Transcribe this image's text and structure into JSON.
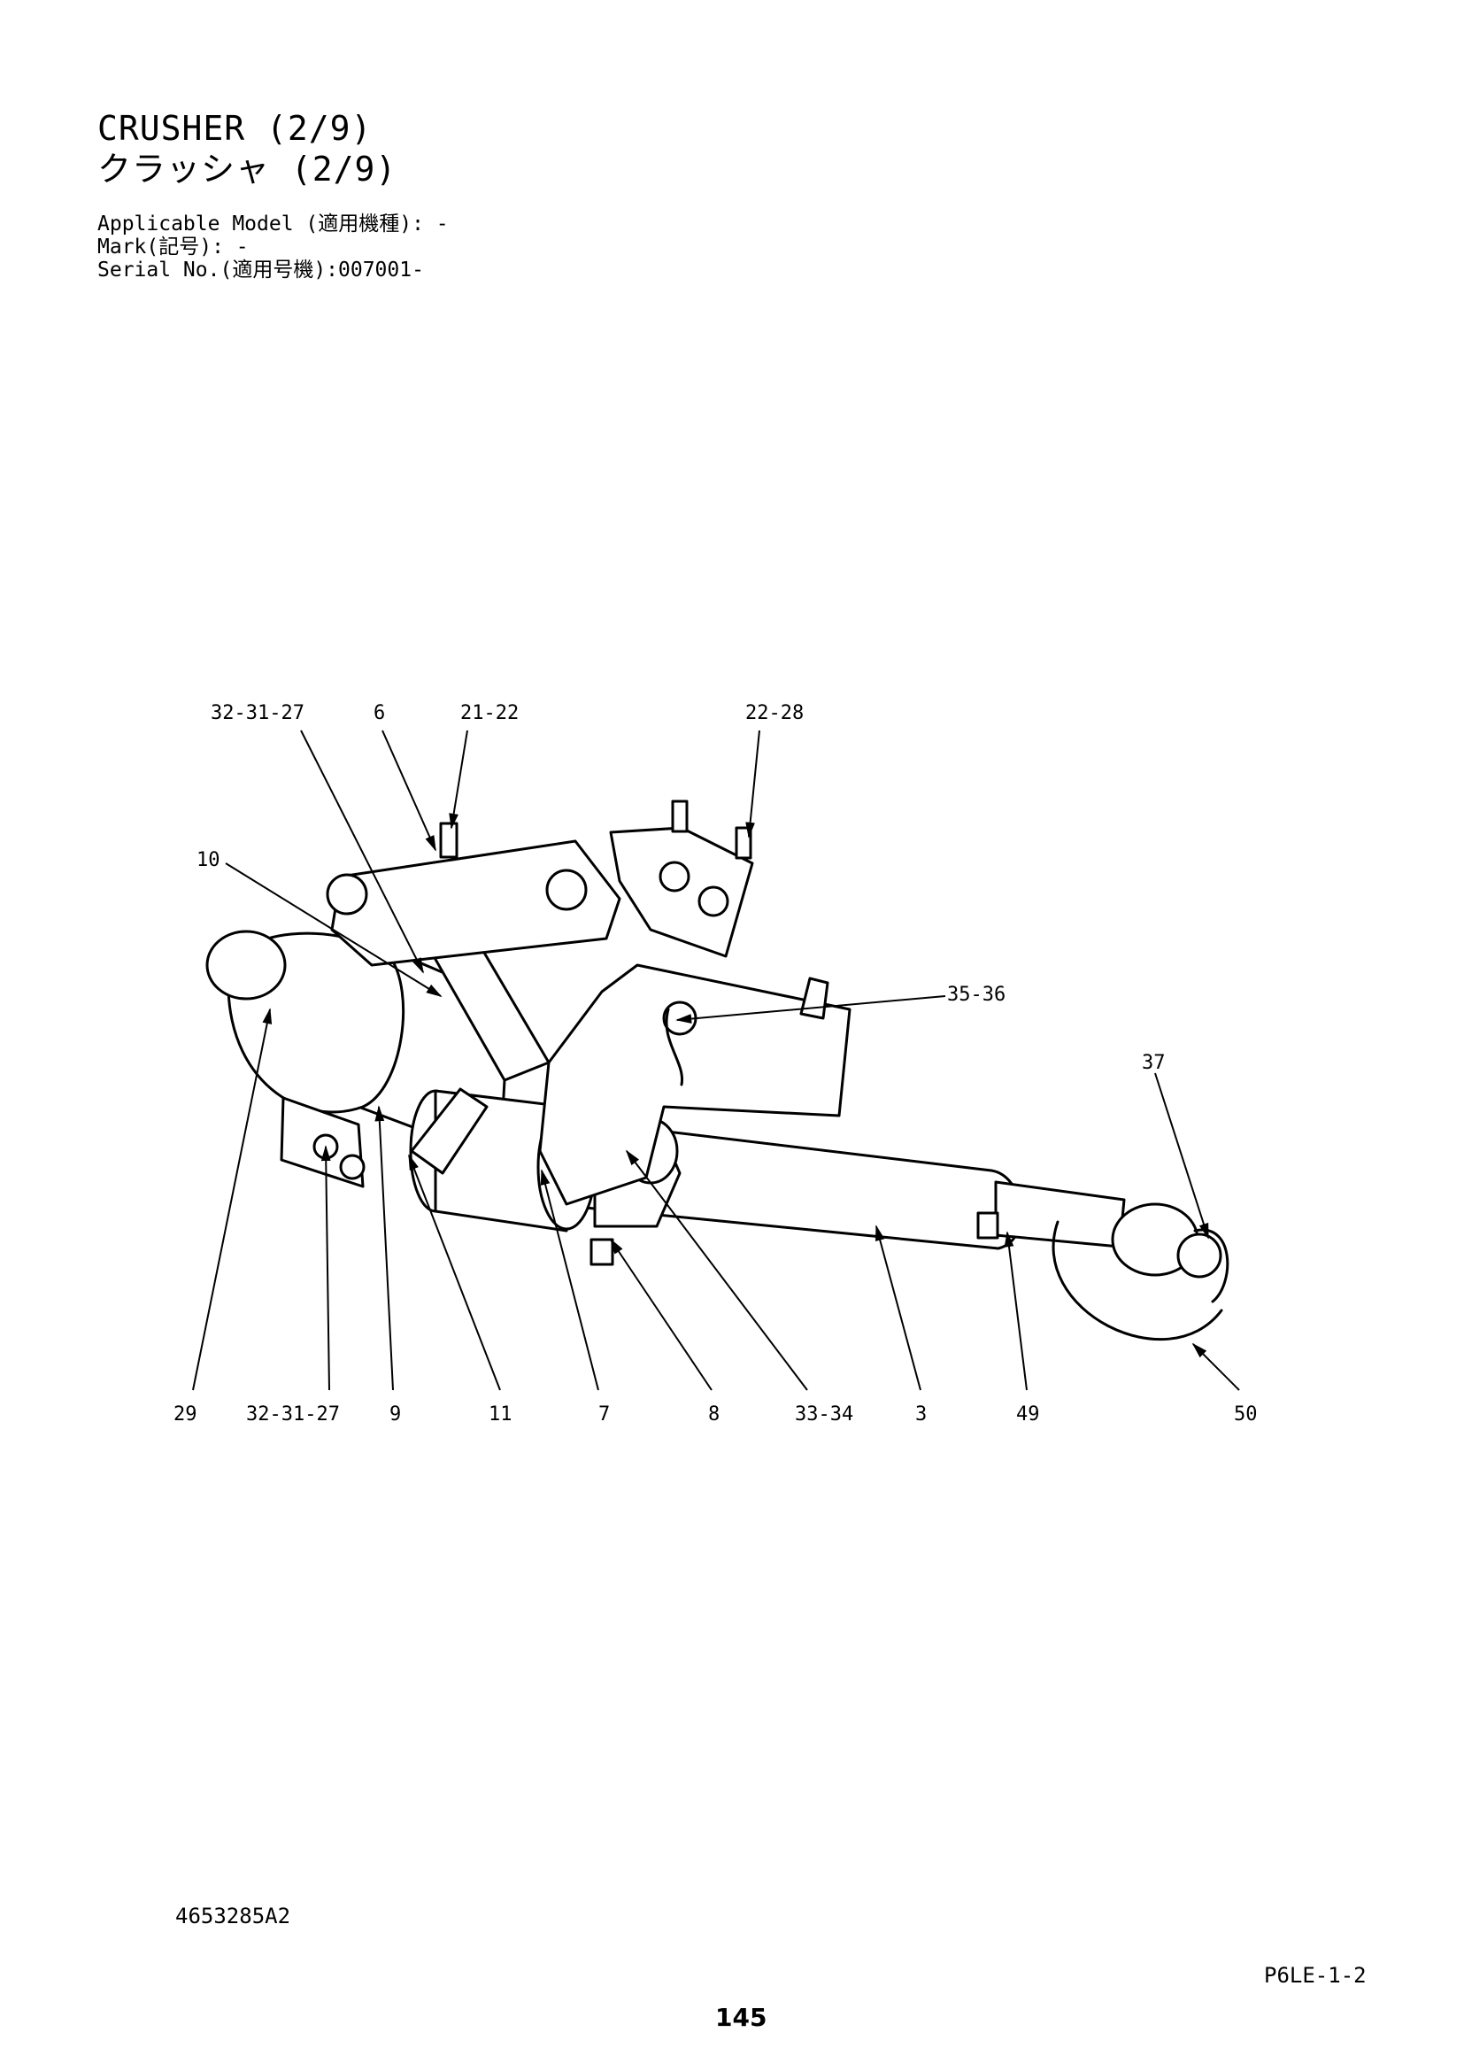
{
  "header": {
    "title_en": "CRUSHER (2/9)",
    "title_jp": "クラッシャ (2/9)",
    "applicable_model": "Applicable Model (適用機種): -",
    "mark": "Mark(記号): -",
    "serial_no": "Serial No.(適用号機):007001-"
  },
  "callouts": {
    "top": [
      "32-31-27",
      "6",
      "21-22",
      "22-28"
    ],
    "left": "10",
    "right_upper": "35-36",
    "right": "37",
    "bottom": [
      "29",
      "32-31-27",
      "9",
      "11",
      "7",
      "8",
      "33-34",
      "3",
      "49",
      "50"
    ]
  },
  "footer": {
    "drawing_number": "4653285A2",
    "section_code": "P6LE-1-2",
    "page_number": "145"
  }
}
